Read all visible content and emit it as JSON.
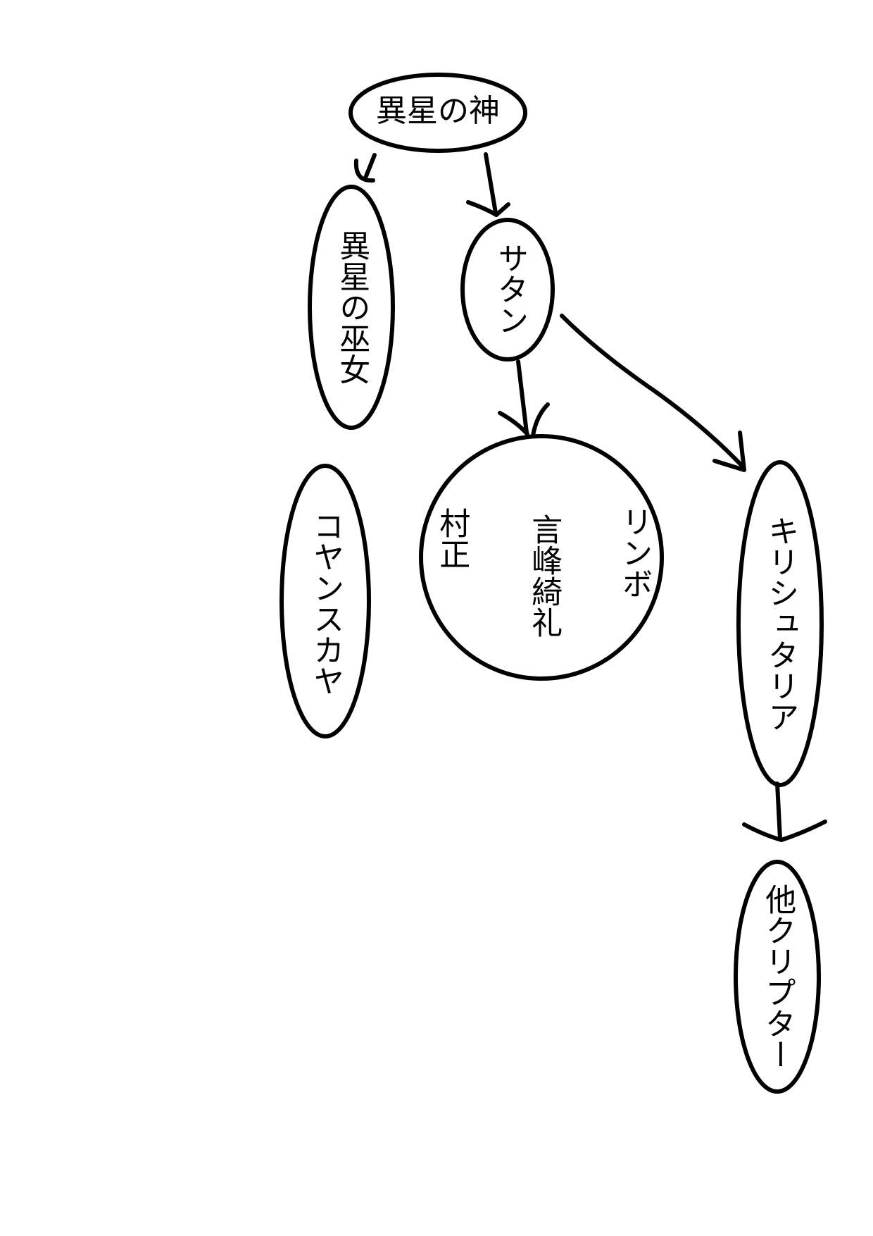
{
  "nodes": {
    "alien_god": "異星の神",
    "alien_miko": "異星の巫女",
    "satan": "サタン",
    "koyanskaya": "コヤンスカヤ",
    "muramasa": "村正",
    "kotomine": "言峰綺礼",
    "limbo": "リンボ",
    "kirschtaria": "キリシュタリア",
    "other_crypters": "他クリプター"
  },
  "colors": {
    "stroke": "#000000",
    "background": "#ffffff"
  }
}
